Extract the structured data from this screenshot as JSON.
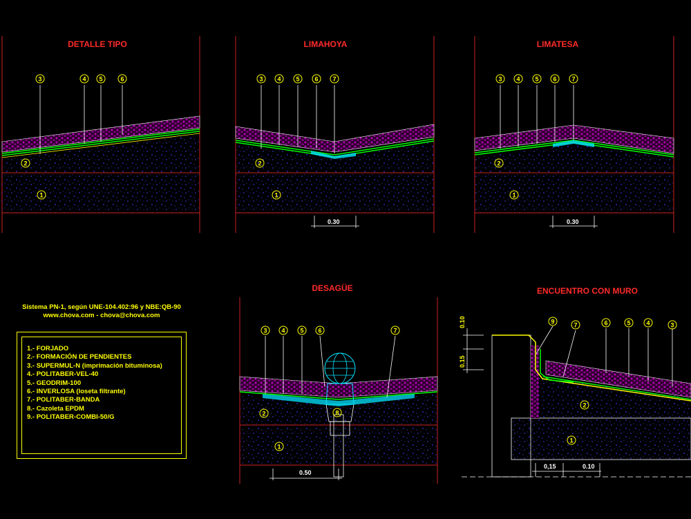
{
  "titles": {
    "detalle_tipo": "DETALLE TIPO",
    "limahoya": "LIMAHOYA",
    "limatesa": "LIMATESA",
    "desague": "DESAGÜE",
    "encuentro": "ENCUENTRO CON MURO"
  },
  "info": {
    "line1": "Sistema PN-1, según UNE-104.402:96 y NBE:QB-90",
    "line2": "www.chova.com - chova@chova.com"
  },
  "legend": [
    "1.- FORJADO",
    "2.- FORMACIÓN DE PENDIENTES",
    "3.- SUPERMUL-N (imprimación bituminosa)",
    "4.- POLITABER-VEL-40",
    "5.- GEODRIM-100",
    "6.- INVERLOSA (loseta filtrante)",
    "7.- POLITABER-BANDA",
    "8.- Cazoleta EPDM",
    "9.- POLITABER-COMBI-50/G"
  ],
  "dimensions": {
    "limahoya_width": "0.30",
    "limatesa_width": "0.30",
    "desague_width": "0.50",
    "muro_horizontal_1": "0,15",
    "muro_horizontal_2": "0.10",
    "muro_vertical_1": "0.10",
    "muro_vertical_2": "0.15"
  },
  "callouts": {
    "detalle_tipo": [
      "3",
      "4",
      "5",
      "6",
      "2",
      "1"
    ],
    "limahoya": [
      "3",
      "4",
      "5",
      "6",
      "7",
      "2",
      "1"
    ],
    "limatesa": [
      "3",
      "4",
      "5",
      "6",
      "7",
      "2",
      "1"
    ],
    "desague": [
      "3",
      "4",
      "5",
      "6",
      "7",
      "8",
      "2",
      "1"
    ],
    "encuentro": [
      "9",
      "7",
      "6",
      "5",
      "4",
      "3",
      "2",
      "1"
    ]
  },
  "colors": {
    "background": "#000000",
    "title": "#ff2a2a",
    "text": "#ffff00",
    "line": "#ffffff",
    "frame": "#cc2222",
    "insulation": "#cc00cc",
    "membrane": "#00ff00",
    "band": "#00e5ff",
    "aggregate": "#3333ff"
  }
}
